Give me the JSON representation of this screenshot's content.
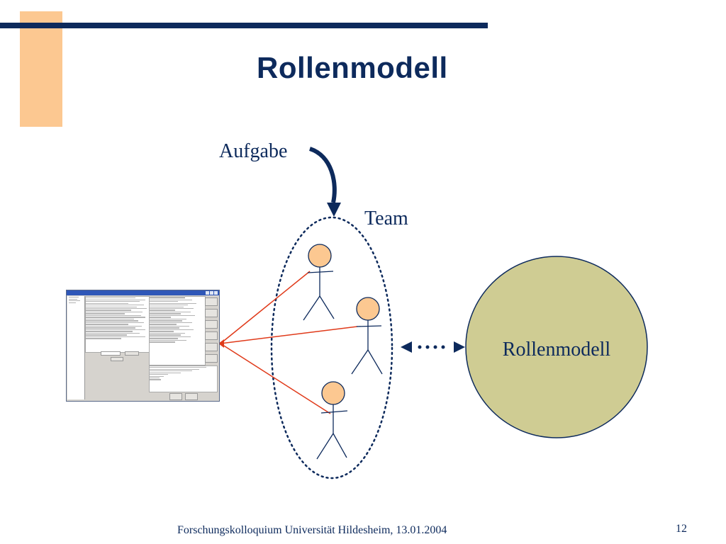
{
  "slide": {
    "title": "Rollenmodell",
    "labels": {
      "task": "Aufgabe",
      "team": "Team",
      "role_model": "Rollenmodell"
    },
    "footer": "Forschungskolloquium Universität Hildesheim, 13.01.2004",
    "page_number": "12"
  },
  "colors": {
    "navy": "#0d2a5c",
    "accent_orange": "#fcc891",
    "person_head": "#fcc891",
    "role_circle": "#cfcc93",
    "connector_red": "#e03a1a"
  },
  "icons": {
    "people": [
      "person-icon",
      "person-icon",
      "person-icon"
    ],
    "app": "application-window-icon"
  }
}
